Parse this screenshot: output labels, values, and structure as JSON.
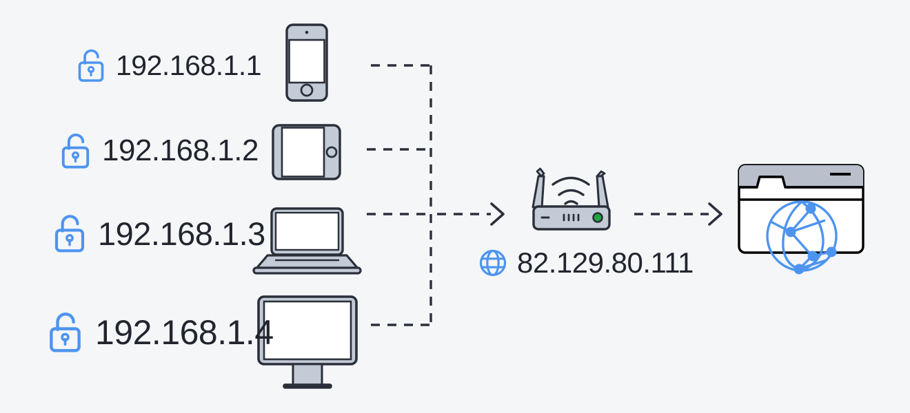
{
  "title": "Home network IP address diagram",
  "theme": {
    "background": "#f4f6f8",
    "accent_blue": "#4d94ef",
    "outline_dark": "#2b2f3a",
    "device_grey": "#c3cbd6",
    "text_dark": "#22252e",
    "led_green": "#1fa83c",
    "screen_white": "#ffffff",
    "titlebar_grey": "#b9c0cc"
  },
  "lan_devices": [
    {
      "ip": "192.168.1.1",
      "icon": "lock-open-icon",
      "device": "smartphone-icon",
      "label_name": "lan-ip-label-1"
    },
    {
      "ip": "192.168.1.2",
      "icon": "lock-open-icon",
      "device": "tablet-icon",
      "label_name": "lan-ip-label-2"
    },
    {
      "ip": "192.168.1.3",
      "icon": "lock-open-icon",
      "device": "laptop-icon",
      "label_name": "lan-ip-label-3"
    },
    {
      "ip": "192.168.1.4",
      "icon": "lock-open-icon",
      "device": "desktop-monitor-icon",
      "label_name": "lan-ip-label-4"
    }
  ],
  "gateway": {
    "public_ip": "82.129.80.111",
    "icon": "globe-icon",
    "device": "wifi-router-icon",
    "led_status": "on"
  },
  "internet": {
    "device": "browser-window-globe-icon"
  },
  "connectors": {
    "bus": "dashed-vertical-bus",
    "to_router": "dashed-arrow-right",
    "to_internet": "dashed-arrow-right"
  }
}
